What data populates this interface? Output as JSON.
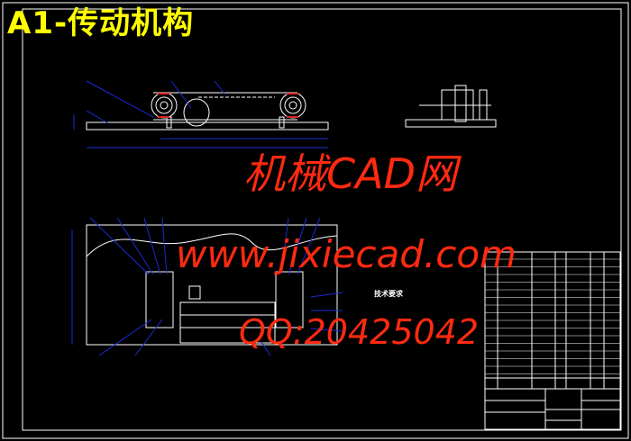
{
  "drawing": {
    "title": "A1-传动机构",
    "tech_requirements_heading": "技术要求",
    "colors": {
      "background": "#000000",
      "frame": "#ffffff",
      "dimension": "#1a2bd6",
      "title": "#ffff00",
      "watermark": "#ff2a10"
    }
  },
  "watermark": {
    "line1": "机械CAD网",
    "line2": "www.jixiecad.com",
    "line3": "QQ:20425042"
  }
}
